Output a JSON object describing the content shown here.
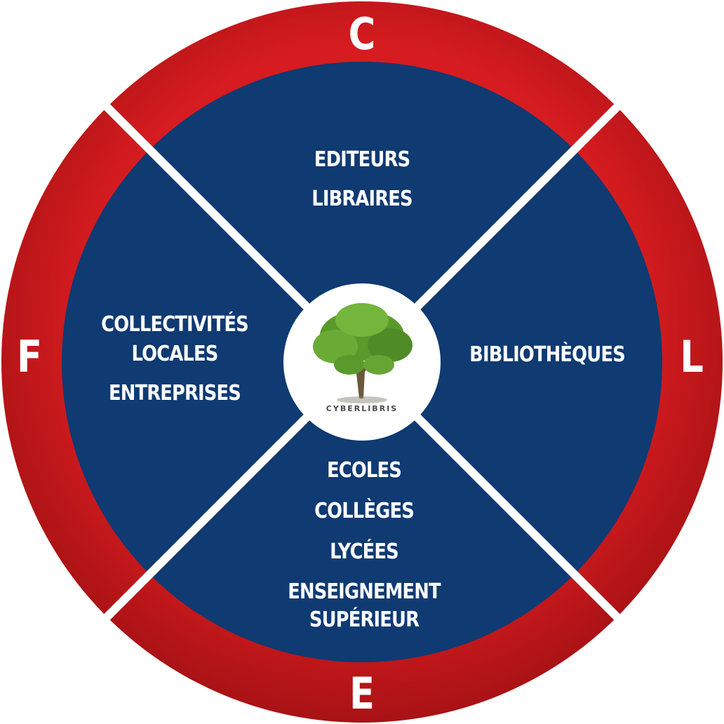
{
  "colors": {
    "ring_red": "#d31b1f",
    "inner_blue": "#0f3a72",
    "divider": "#ffffff",
    "center": "#ffffff",
    "tree_green": "#5a9a2c",
    "trunk": "#6b5a3a"
  },
  "ring_letters": {
    "top": "C",
    "right": "L",
    "bottom": "E",
    "left": "F"
  },
  "quadrants": {
    "top": [
      "EDITEURS",
      "LIBRAIRES"
    ],
    "right": [
      "BIBLIOTHÈQUES"
    ],
    "bottom": [
      "ECOLES",
      "COLLÈGES",
      "LYCÉES",
      "ENSEIGNEMENT",
      "SUPÉRIEUR"
    ],
    "left_group1": [
      "COLLECTIVITÉS",
      "LOCALES"
    ],
    "left_group2": [
      "ENTREPRISES"
    ]
  },
  "center_logo": {
    "icon": "tree-icon",
    "wordmark": "CYBERLIBRIS"
  }
}
